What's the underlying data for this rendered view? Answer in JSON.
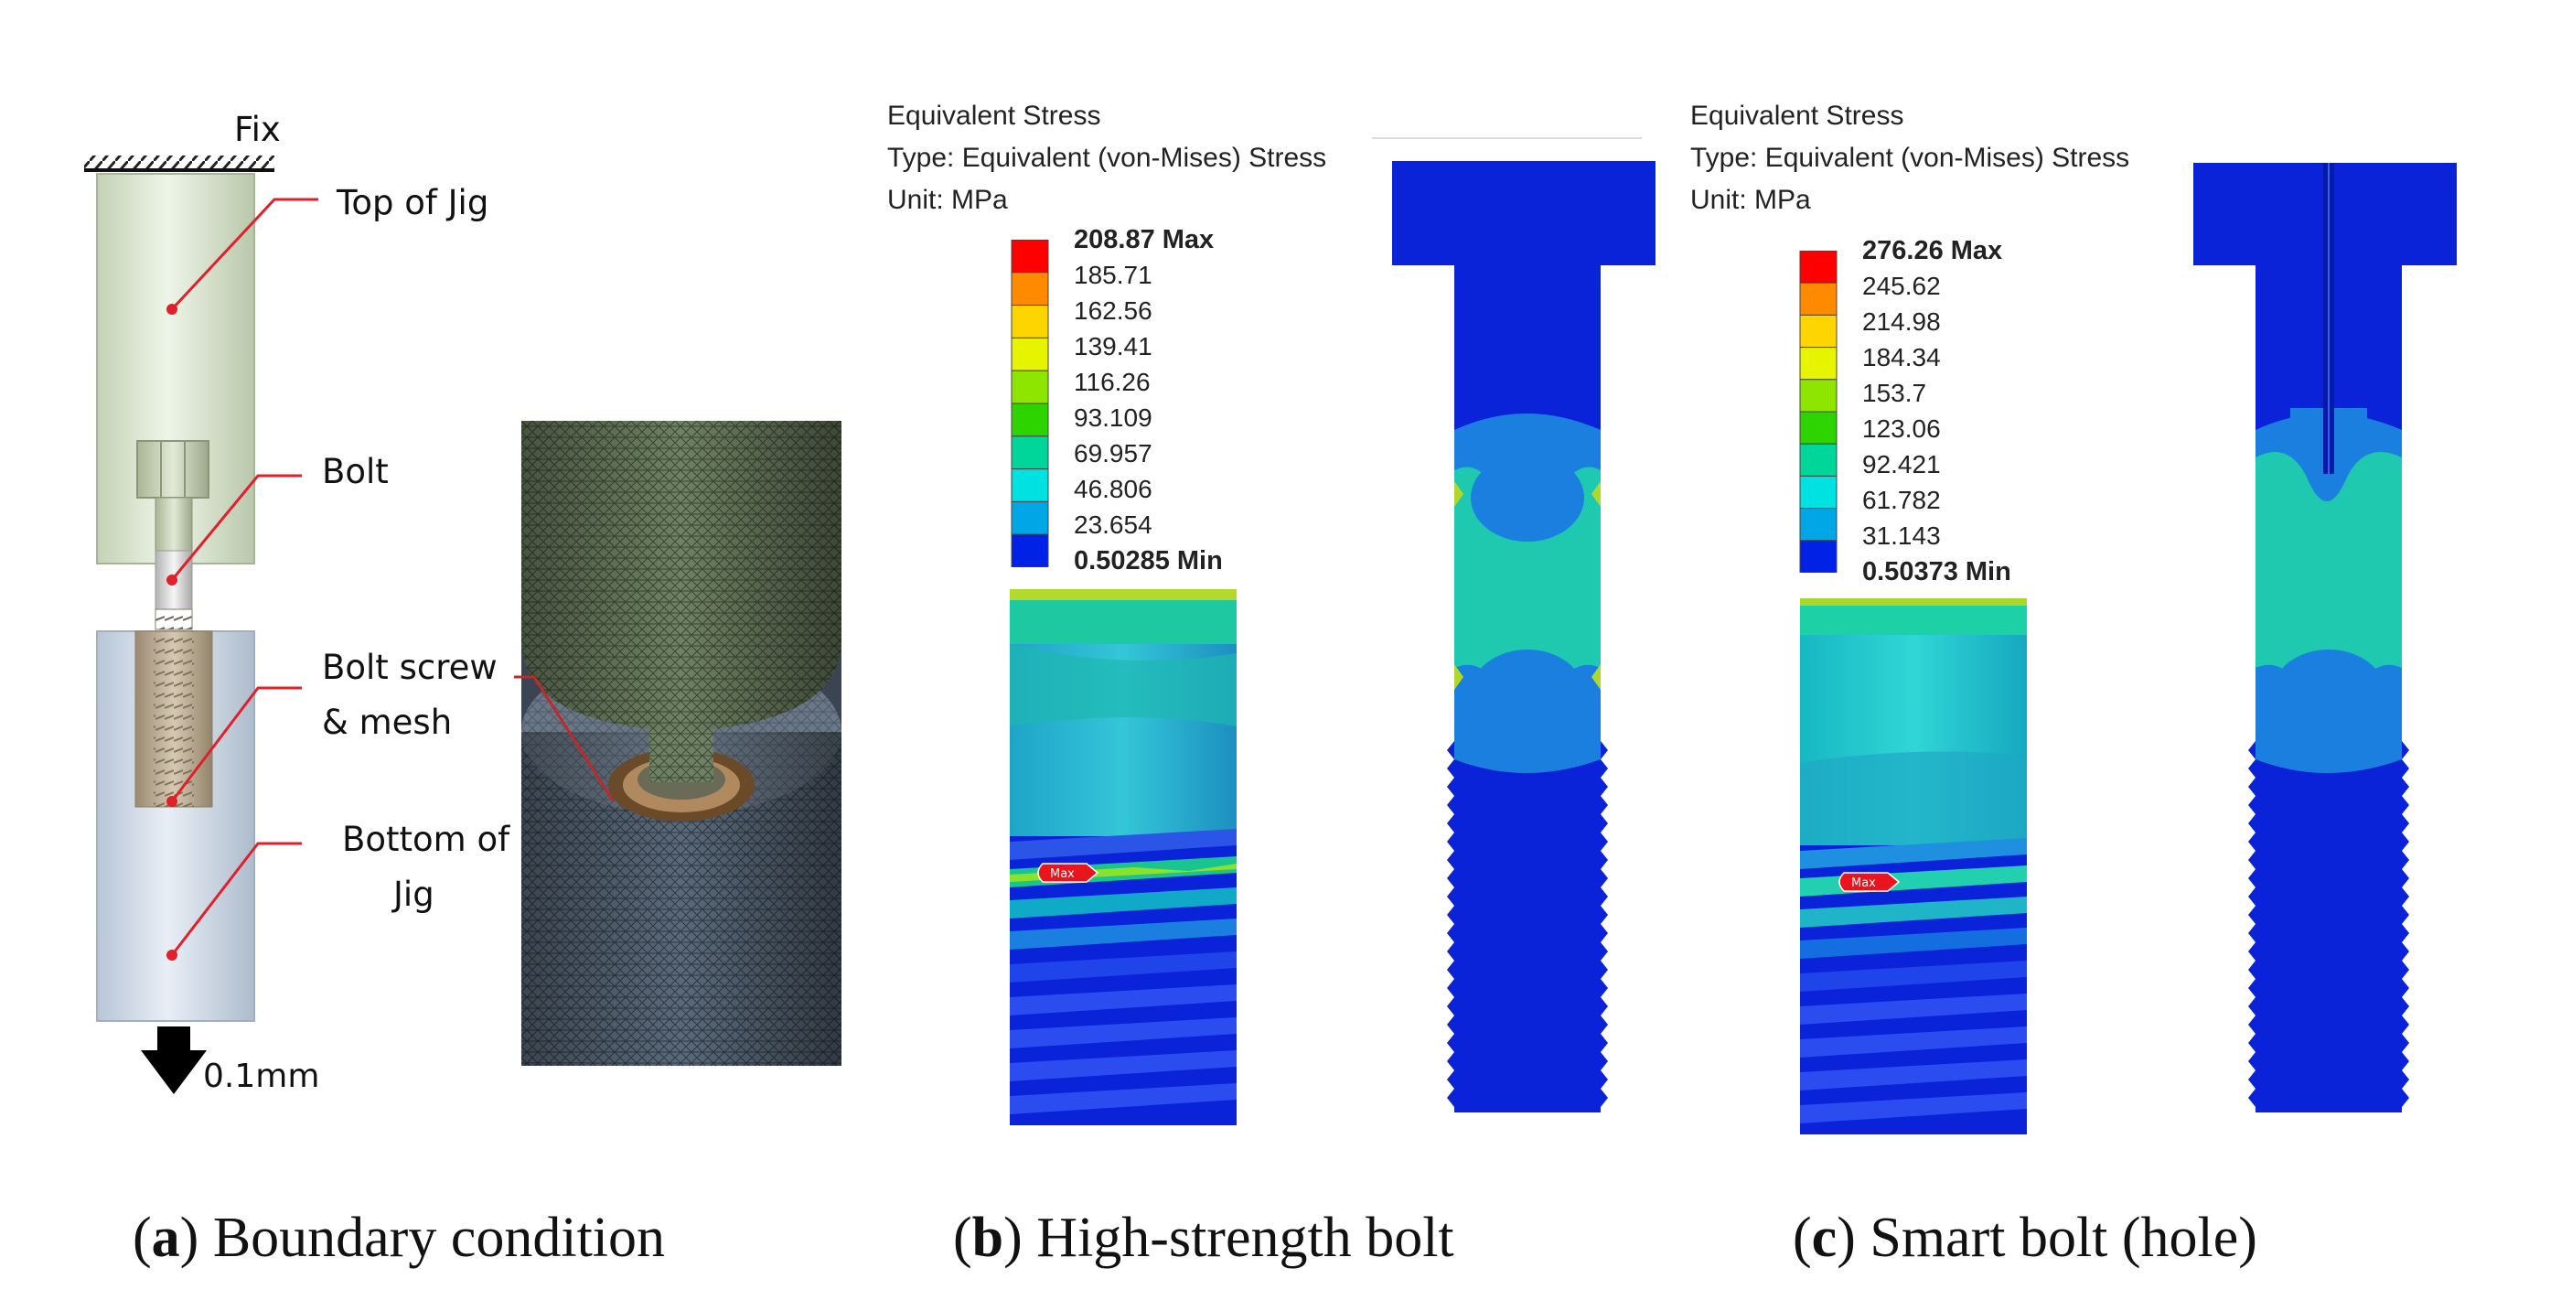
{
  "panel_a": {
    "labels": {
      "fix": "Fix",
      "top_of_jig": "Top of Jig",
      "bolt": "Bolt",
      "bolt_screw_line1": "Bolt screw",
      "bolt_screw_line2": "& mesh",
      "bottom_line1": "Bottom of",
      "bottom_line2": "Jig",
      "displacement": "0.1mm"
    },
    "caption_letter": "a",
    "caption_text": "Boundary condition"
  },
  "panel_b": {
    "title_line1": "Equivalent Stress",
    "title_line2": "Type: Equivalent (von-Mises) Stress",
    "title_line3": "Unit: MPa",
    "legend": [
      "208.87 Max",
      "185.71",
      "162.56",
      "139.41",
      "116.26",
      "93.109",
      "69.957",
      "46.806",
      "23.654",
      "0.50285 Min"
    ],
    "max_tag": "Max",
    "caption_letter": "b",
    "caption_text": "High-strength bolt"
  },
  "panel_c": {
    "title_line1": "Equivalent Stress",
    "title_line2": "Type: Equivalent (von-Mises) Stress",
    "title_line3": "Unit: MPa",
    "legend": [
      "276.26 Max",
      "245.62",
      "214.98",
      "184.34",
      "153.7",
      "123.06",
      "92.421",
      "61.782",
      "31.143",
      "0.50373 Min"
    ],
    "max_tag": "Max",
    "caption_letter": "c",
    "caption_text": "Smart bolt (hole)"
  },
  "colors": {
    "legend_scale": [
      "#ff0000",
      "#ff8a00",
      "#ffd500",
      "#e6f400",
      "#8ee600",
      "#2ed400",
      "#00d69a",
      "#00e2e2",
      "#00a6e6",
      "#0022e6"
    ],
    "bolt_blue": "#0a22d8",
    "jig_green": "#d9e6cf",
    "jig_blue": "#cbd8e6"
  }
}
